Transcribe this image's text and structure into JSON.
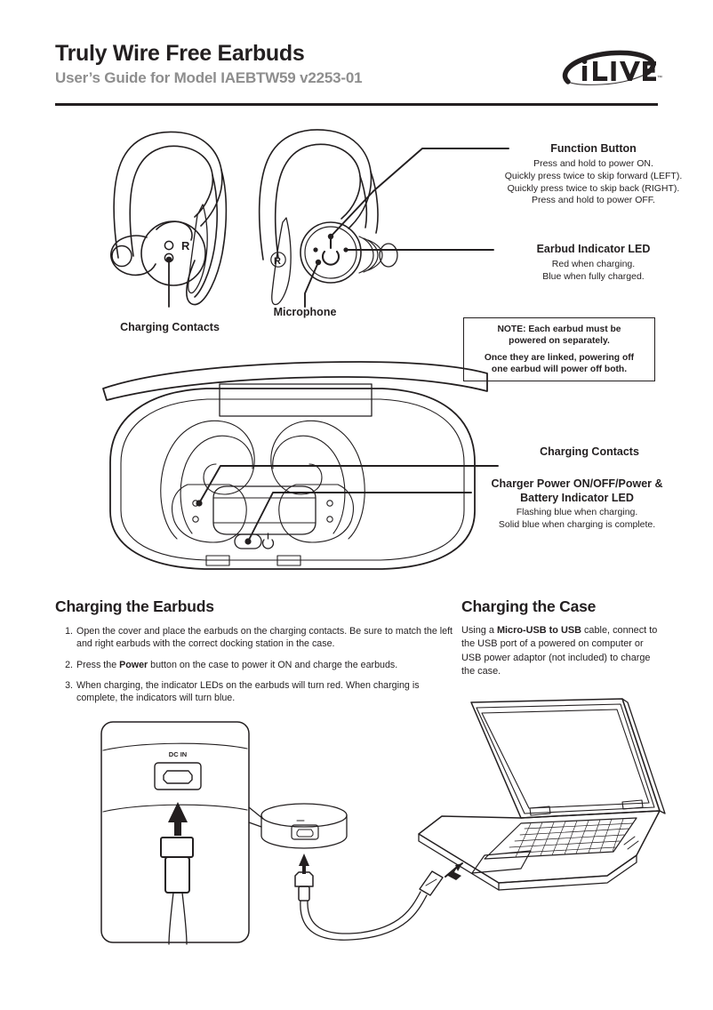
{
  "header": {
    "title": "Truly Wire Free Earbuds",
    "subtitle": "User’s Guide for Model IAEBTW59 v2253-01",
    "logo_text": "iLIVE"
  },
  "earbud_diagram": {
    "callouts": [
      {
        "heading": "Function Button",
        "lines": [
          "Press and hold to power ON.",
          "Quickly press twice to skip forward (LEFT).",
          "Quickly press twice to skip back (RIGHT).",
          "Press and hold to power OFF."
        ]
      },
      {
        "heading": "Earbud Indicator LED",
        "lines": [
          "Red when charging.",
          "Blue when fully charged."
        ]
      }
    ],
    "labels": {
      "charging_contacts": "Charging Contacts",
      "microphone": "Microphone",
      "earbud_marking": "R"
    }
  },
  "note": {
    "line1": "NOTE: Each earbud must be",
    "line2": "powered on separately.",
    "line3": "Once they are linked, powering off",
    "line4": "one earbud will power off both."
  },
  "case_diagram": {
    "callouts": [
      {
        "heading": "Charging Contacts",
        "lines": []
      },
      {
        "heading_line1": "Charger Power ON/OFF/Power &",
        "heading_line2": "Battery Indicator LED",
        "lines": [
          "Flashing blue when charging.",
          "Solid blue when charging is complete."
        ]
      }
    ]
  },
  "charging_earbuds": {
    "heading": "Charging the Earbuds",
    "steps": [
      {
        "num": "1.",
        "text": "Open the cover and place the earbuds on the charging contacts. Be sure to match the left and right earbuds with the correct docking station in the case."
      },
      {
        "num": "2.",
        "text_pre": "Press the ",
        "text_bold": "Power",
        "text_post": " button on the case to power it ON and charge the earbuds."
      },
      {
        "num": "3.",
        "text": "When charging, the indicator LEDs on the earbuds will turn red. When charging is complete, the indicators will turn blue."
      }
    ]
  },
  "charging_case": {
    "heading": "Charging the Case",
    "text_pre": "Using a ",
    "text_bold": "Micro-USB to USB",
    "text_post": " cable, connect to the USB port of a powered on computer or USB power adaptor (not included) to charge the case."
  },
  "bottom_illustration": {
    "dc_in_label": "DC IN"
  },
  "colors": {
    "ink": "#231f20",
    "subtitle_gray": "#8e8e8e",
    "line": "#3a3a3a"
  }
}
